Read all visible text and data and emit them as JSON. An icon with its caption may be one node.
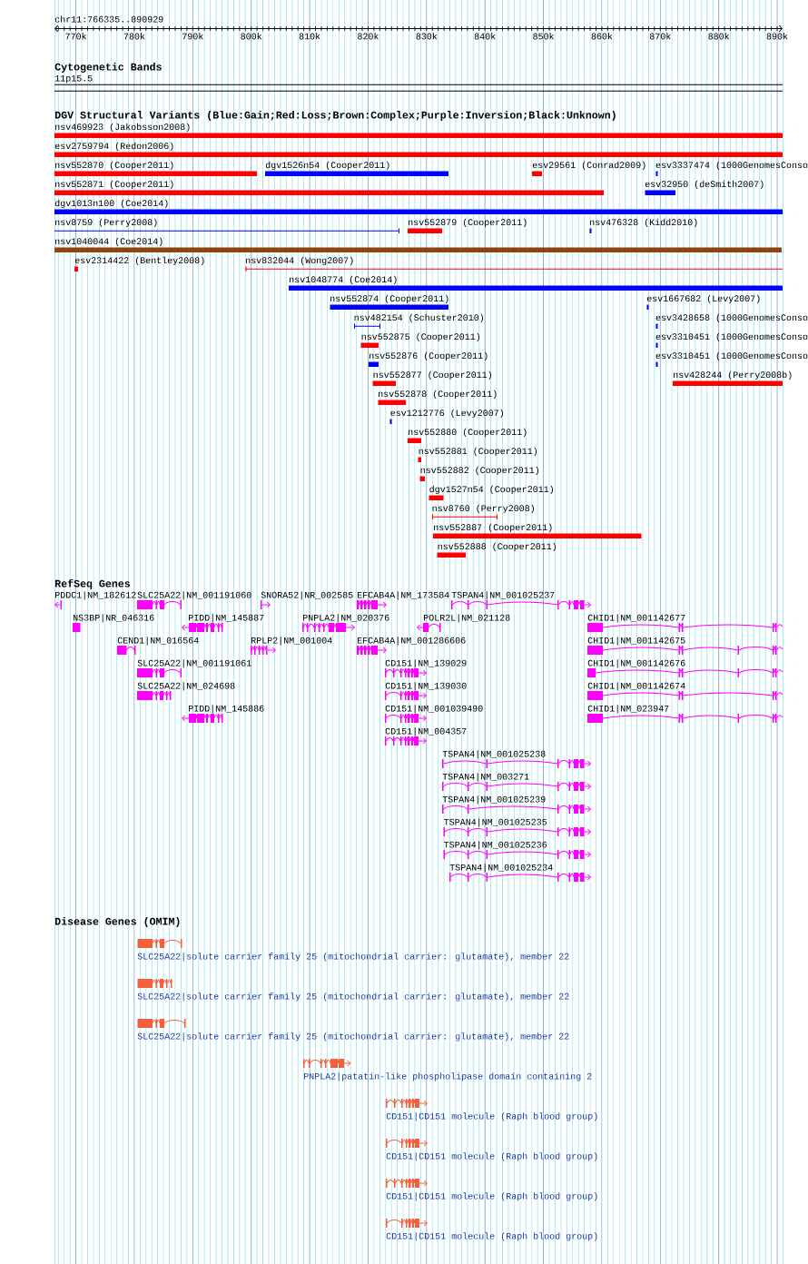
{
  "diagram": {
    "labels": [
      "chr11:766335..890929",
      "770k",
      "780k",
      "790k",
      "800k",
      "810k",
      "820k",
      "830k",
      "840k",
      "850k",
      "860k",
      "870k",
      "880k",
      "890k",
      "Cytogenetic Bands",
      "11p15.5",
      "DGV Structural Variants (Blue:Gain;Red:Loss;Brown:Complex;Purple:Inversion;Black:Unknown)",
      "nsv469923 (Jakobsson2008)",
      "esv2759794 (Redon2006)",
      "nsv552870 (Cooper2011)",
      "dgv1526n54 (Cooper2011)",
      "esv29561 (Conrad2009)",
      "esv3337474 (1000GenomesConso",
      "nsv552871 (Cooper2011)",
      "esv32950 (deSmith2007)",
      "dgv1013n100 (Coe2014)",
      "nsv8759 (Perry2008)",
      "nsv552879 (Cooper2011)",
      "nsv476328 (Kidd2010)",
      "nsv1040044 (Coe2014)",
      "esv2314422 (Bentley2008)",
      "nsv832044 (Wong2007)",
      "nsv1048774 (Coe2014)",
      "nsv552874 (Cooper2011)",
      "esv1667682 (Levy2007)",
      "nsv482154 (Schuster2010)",
      "esv3428658 (1000GenomesConso",
      "nsv552875 (Cooper2011)",
      "esv3310451 (1000GenomesConso",
      "nsv552876 (Cooper2011)",
      "esv3310451 (1000GenomesConso",
      "nsv552877 (Cooper2011)",
      "nsv428244 (Perry2008b)",
      "nsv552878 (Cooper2011)",
      "esv1212776 (Levy2007)",
      "nsv552880 (Cooper2011)",
      "nsv552881 (Cooper2011)",
      "nsv552882 (Cooper2011)",
      "dgv1527n54 (Cooper2011)",
      "nsv8760 (Perry2008)",
      "nsv552887 (Cooper2011)",
      "nsv552888 (Cooper2011)",
      "RefSeq Genes",
      "PDDC1|NM_182612",
      "SLC25A22|NM_001191060",
      "SNORA52|NR_002585",
      "EFCAB4A|NM_173584",
      "TSPAN4|NM_001025237",
      "NS3BP|NR_046316",
      "PIDD|NM_145887",
      "PNPLA2|NM_020376",
      "POLR2L|NM_021128",
      "CHID1|NM_001142677",
      "CEND1|NM_016564",
      "RPLP2|NM_001004",
      "EFCAB4A|NM_001286606",
      "CHID1|NM_001142675",
      "SLC25A22|NM_001191061",
      "CD151|NM_139029",
      "CHID1|NM_001142676",
      "SLC25A22|NM_024698",
      "CD151|NM_139030",
      "CHID1|NM_001142674",
      "PIDD|NM_145886",
      "CD151|NM_001039490",
      "CHID1|NM_023947",
      "CD151|NM_004357",
      "TSPAN4|NM_001025238",
      "TSPAN4|NM_003271",
      "TSPAN4|NM_001025239",
      "TSPAN4|NM_001025235",
      "TSPAN4|NM_001025236",
      "TSPAN4|NM_001025234",
      "Disease Genes (OMIM)",
      "SLC25A22|solute carrier family 25 (mitochondrial carrier: glutamate), member 22",
      "SLC25A22|solute carrier family 25 (mitochondrial carrier: glutamate), member 22",
      "SLC25A22|solute carrier family 25 (mitochondrial carrier: glutamate), member 22",
      "PNPLA2|patatin-like phospholipase domain containing 2",
      "CD151|CD151 molecule (Raph blood group)",
      "CD151|CD151 molecule (Raph blood group)",
      "CD151|CD151 molecule (Raph blood group)",
      "CD151|CD151 molecule (Raph blood group)"
    ]
  }
}
